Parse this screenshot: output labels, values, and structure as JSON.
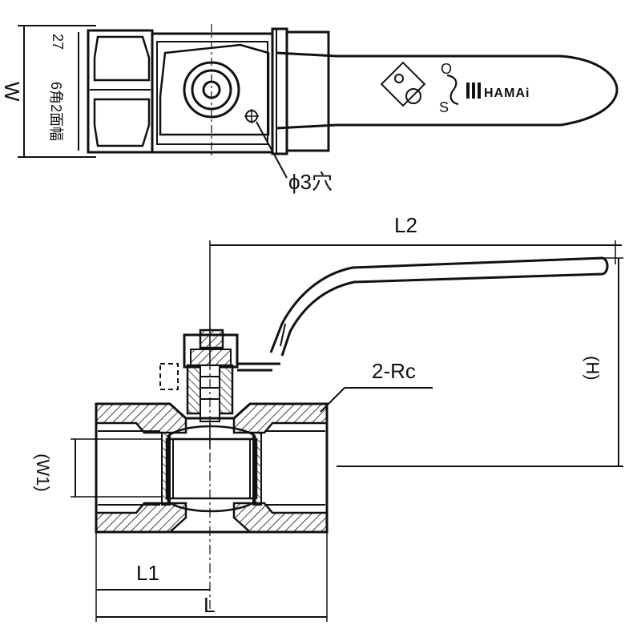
{
  "labels": {
    "w": "W",
    "across_flats": "6角2面幅",
    "across_flats_value": "27",
    "hole": "ϕ3穴",
    "l2": "L2",
    "h": "(H)",
    "rc": "2-Rc",
    "w1": "(W1)",
    "l1": "L1",
    "l": "L",
    "brand": "HAMAi",
    "handle_o": "O",
    "handle_s": "S"
  },
  "colors": {
    "line": "#111111",
    "background": "#ffffff"
  }
}
